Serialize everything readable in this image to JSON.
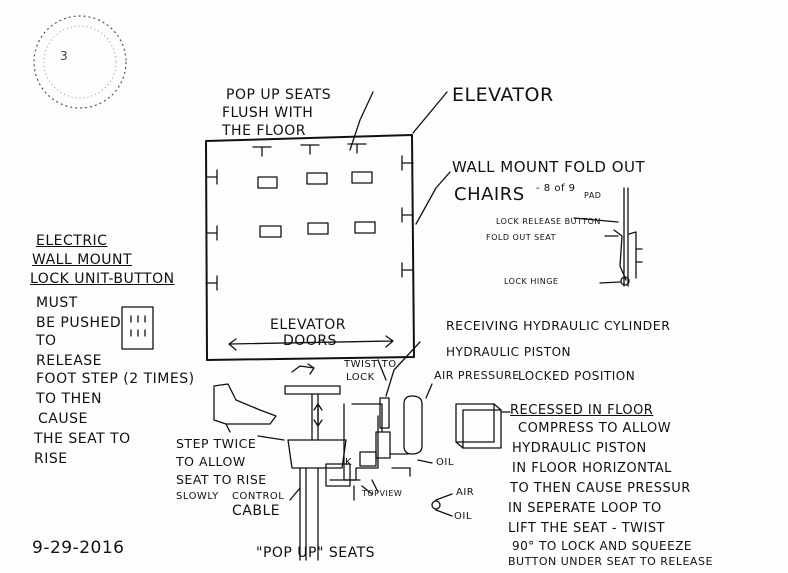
{
  "labels": {
    "pop_up_seats_title": "POP UP SEATS",
    "flush_with": "FLUSH WITH",
    "the_floor": "THE FLOOR",
    "elevator": "ELEVATOR",
    "wall_mount_fold_out": "WALL MOUNT FOLD OUT",
    "chairs": "CHAIRS",
    "chairs_note": "- 8 of 9",
    "pad": "PAD",
    "lock_release_button": "LOCK RELEASE BUTTON",
    "fold_out_seat": "FOLD OUT SEAT",
    "lock_hinge": "LOCK HINGE",
    "electric": "ELECTRIC",
    "wall_mount": "WALL MOUNT",
    "lock_unit_button": "LOCK UNIT-BUTTON",
    "must": "MUST",
    "be_pushed": "BE PUSHED",
    "to": "TO",
    "release": "RELEASE",
    "foot_step": "FOOT STEP (2 TIMES)",
    "to_then": "TO THEN",
    "cause": "CAUSE",
    "the_seat_to": "THE SEAT TO",
    "rise": "RISE",
    "elevator_doors_1": "ELEVATOR",
    "elevator_doors_2": "DOORS",
    "receiving_hydraulic_cylinder": "RECEIVING HYDRAULIC CYLINDER",
    "hydraulic_piston": "HYDRAULIC PISTON",
    "twist_to": "TWIST TO",
    "lock": "LOCK",
    "air_pressure": "AIR PRESSURE",
    "locked_position": "LOCKED POSITION",
    "recessed_in_floor": "RECESSED IN FLOOR",
    "compress_to_allow": "COMPRESS TO ALLOW",
    "hydraulic_piston_2": "HYDRAULIC PISTON",
    "in_floor_horizontal": "IN FLOOR HORIZONTAL",
    "to_then_cause_pressur": "TO THEN CAUSE PRESSUR",
    "in_seperate_loop_to": "IN SEPERATE LOOP TO",
    "lift_the_seat_twist": "LIFT THE SEAT - TWIST",
    "ninety_to_lock": "90° TO LOCK AND SQUEEZE",
    "button_under_seat": "BUTTON UNDER SEAT TO RELEASE",
    "step_twice": "STEP TWICE",
    "to_allow": "TO ALLOW",
    "seat_to_rise": "SEAT TO RISE",
    "slowly": "SLOWLY",
    "control": "CONTROL",
    "cable": "CABLE",
    "top_view": "TOPVIEW",
    "oil": "OIL",
    "air": "AIR",
    "oil_2": "OIL",
    "date": "9-29-2016",
    "pop_up_seats_caption": "\"POP UP\" SEATS",
    "stamp_number": "3",
    "k_mark": "K"
  }
}
